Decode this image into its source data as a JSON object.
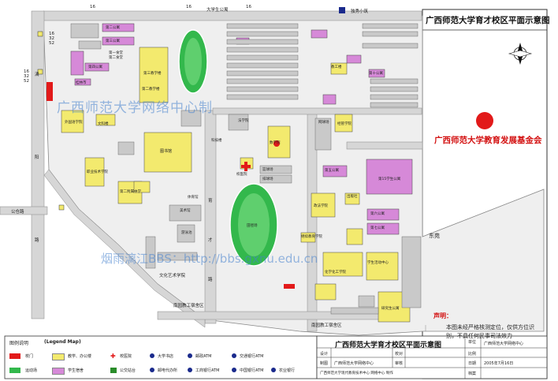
{
  "map": {
    "title": "广西师范大学育才校区平面示意图",
    "foundation": "广西师范大学教育发展基金会",
    "watermark_center": "广西师范大学网络中心制",
    "watermark_bbs": "烟雨漓江BBS：http://bbs.gxnu.edu.cn",
    "east_label": "东苑",
    "declaration_title": "声明：",
    "declaration_text": "本图未经严格核测定位，仅供方位识别，不具任何民事司法效力",
    "roads": {
      "top_1": "16",
      "top_2": "16",
      "top_3": "16",
      "top_bus": "大学生公寓",
      "top_hall": "独秀小筑",
      "left_1": "16\n32\n52",
      "left_2": "16\n32\n52",
      "left_3": "漓",
      "left_4": "阳",
      "left_5": "路",
      "road_park": "公仓路",
      "road_b1": "育",
      "road_b2": "才",
      "road_b3": "路",
      "road_south": "南园教工宿舍区",
      "road_south2": "南园教工宿舍区",
      "road_art": "文化艺术学院"
    },
    "labels": [
      "第二食堂",
      "图书馆",
      "第三教学楼",
      "体育馆",
      "田径场",
      "科技楼",
      "文科楼",
      "第二教学楼",
      "第一食堂",
      "第15学生公寓",
      "化学化工学院",
      "第二公寓",
      "第三公寓",
      "第四公寓",
      "第五公寓",
      "第六公寓",
      "第七公寓",
      "游泳池",
      "法学院",
      "美术馆",
      "外国语学院",
      "第二附属中学",
      "职业技术学院",
      "政法学院",
      "数学院",
      "经管学院",
      "校医院",
      "学生活动中心",
      "研究生公寓",
      "第十公寓",
      "篮球场",
      "排球场",
      "网球场",
      "桂林市",
      "教工楼",
      "出版社",
      "继续教育学院"
    ]
  },
  "legend": {
    "title": "图例说明",
    "title_en": "(Legend Map)",
    "items": [
      {
        "label": "校门",
        "color": "#e21a1a"
      },
      {
        "label": "教学、办公楼",
        "color": "#f3ea6e"
      },
      {
        "label": "校医院",
        "color": "#e21a1a"
      },
      {
        "label": "大学书店",
        "color": "#1a2a8c"
      },
      {
        "label": "邮政ATM",
        "color": "#1a2a8c"
      },
      {
        "label": "交通银行ATM",
        "color": "#1a2a8c"
      },
      {
        "label": "运动场",
        "color": "#33b84c"
      },
      {
        "label": "学生宿舍",
        "color": "#d689d8"
      },
      {
        "label": "公交站台",
        "color": "#2a8c2a"
      },
      {
        "label": "邮电代办所",
        "color": "#1a2a8c"
      },
      {
        "label": "工商银行ATM",
        "color": "#1a2a8c"
      },
      {
        "label": "中国银行ATM",
        "color": "#1a2a8c"
      },
      {
        "label": "农业银行",
        "color": "#1a2a8c"
      }
    ]
  },
  "titleblock": {
    "title": "广西师范大学育才校区平面示意图",
    "row1_label": "设计",
    "row1_value": "",
    "row1_label2": "校对",
    "row1_value2": "",
    "row2_label": "制图",
    "row2_value": "广西师范大学网络中心",
    "row2_label2": "审核",
    "row2_value2": "",
    "note": "广西师范大学现代教育技术中心 网络中心 制作",
    "unit_label": "单位",
    "unit_value": "广西师范大学网络中心",
    "scale_label": "比例",
    "scale_value": "",
    "date_label": "日期",
    "date_value": "2005年7月16日",
    "file_label": "档案",
    "file_value": ""
  },
  "colors": {
    "building_yellow": "#f3ea6e",
    "dorm_purple": "#d689d8",
    "field_green": "#33b84c",
    "gate_red": "#e21a1a",
    "road_gray": "#d6d6d6",
    "block_gray": "#c9c9c9"
  }
}
